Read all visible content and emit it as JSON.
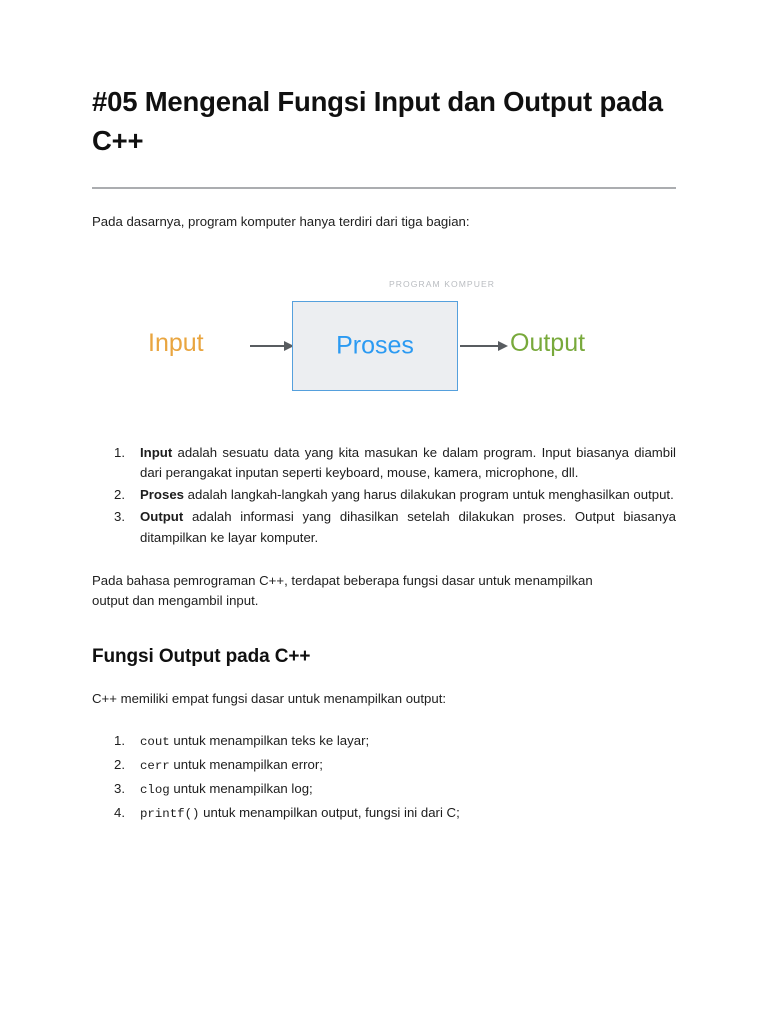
{
  "document": {
    "title": "#05 Mengenal Fungsi Input dan Output pada C++",
    "intro_paragraph": "Pada dasarnya, program komputer hanya terdiri dari tiga bagian:",
    "mid_paragraph": "Pada bahasa pemrograman C++, terdapat beberapa fungsi dasar untuk menampilkan output dan mengambil input."
  },
  "diagram": {
    "caption": "PROGRAM KOMPUER",
    "input_label": "Input",
    "process_label": "Proses",
    "output_label": "Output",
    "colors": {
      "input": "#e9a53f",
      "process_text": "#2b9af2",
      "process_border": "#55a0dd",
      "process_fill": "#eceef1",
      "output": "#78a93b",
      "arrow": "#585c60",
      "caption": "#b9bcc0"
    }
  },
  "definition_list": [
    {
      "num": "1.",
      "term": "Input",
      "text": " adalah sesuatu data yang kita masukan ke dalam program. Input biasanya diambil dari perangakat inputan seperti keyboard, mouse, kamera, microphone, dll."
    },
    {
      "num": "2.",
      "term": "Proses",
      "text": " adalah langkah-langkah yang harus dilakukan program untuk menghasilkan output."
    },
    {
      "num": "3.",
      "term": "Output",
      "text": " adalah informasi yang dihasilkan setelah dilakukan proses. Output biasanya ditampilkan ke layar komputer."
    }
  ],
  "output_section": {
    "heading": "Fungsi Output pada C++",
    "intro": "C++ memiliki empat fungsi dasar untuk menampilkan output:",
    "items": [
      {
        "num": "1.",
        "code": "cout",
        "text": " untuk menampilkan teks ke layar;"
      },
      {
        "num": "2.",
        "code": "cerr",
        "text": " untuk menampilkan error;"
      },
      {
        "num": "3.",
        "code": "clog",
        "text": " untuk menampilkan log;"
      },
      {
        "num": "4.",
        "code": "printf()",
        "text": " untuk menampilkan output, fungsi ini dari C;"
      }
    ]
  }
}
